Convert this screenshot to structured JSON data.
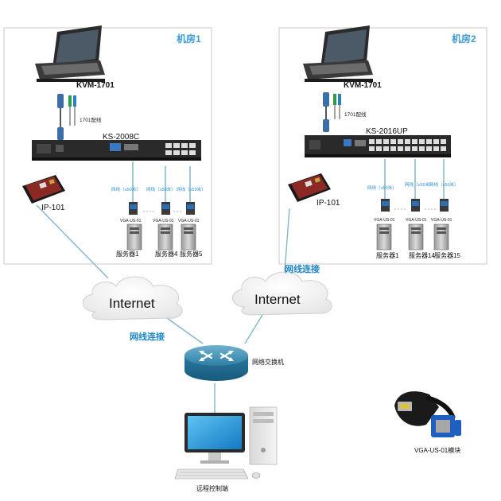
{
  "rooms": [
    {
      "title": "机房1",
      "kvm_label": "KVM-1701",
      "cable_label": "1701配线",
      "switch_label": "KS-2008C",
      "ip_label": "IP-101",
      "net_label": "网线（≤50米）",
      "adapter_label": "VGA-US-01",
      "servers": [
        "服务器1",
        "服务器4",
        "服务器5"
      ]
    },
    {
      "title": "机房2",
      "kvm_label": "KVM-1701",
      "cable_label": "1701配线",
      "switch_label": "KS-2016UP",
      "ip_label": "IP-101",
      "net_label": "网线（≤50米）",
      "adapter_label": "VGA-US-01",
      "servers": [
        "服务器1",
        "服务器14",
        "服务器15"
      ]
    }
  ],
  "cloud_left": "Internet",
  "cloud_right": "Internet",
  "net_link_left": "网线连接",
  "net_link_right": "网线连接",
  "router_label": "网络交换机",
  "console_label": "远程控制端",
  "module_label": "VGA-US-01模块",
  "colors": {
    "box_border": "#c9c9c9",
    "room_title": "#3d9bd6",
    "link_label": "#1f86c6",
    "cable": "#7fb8c8"
  }
}
